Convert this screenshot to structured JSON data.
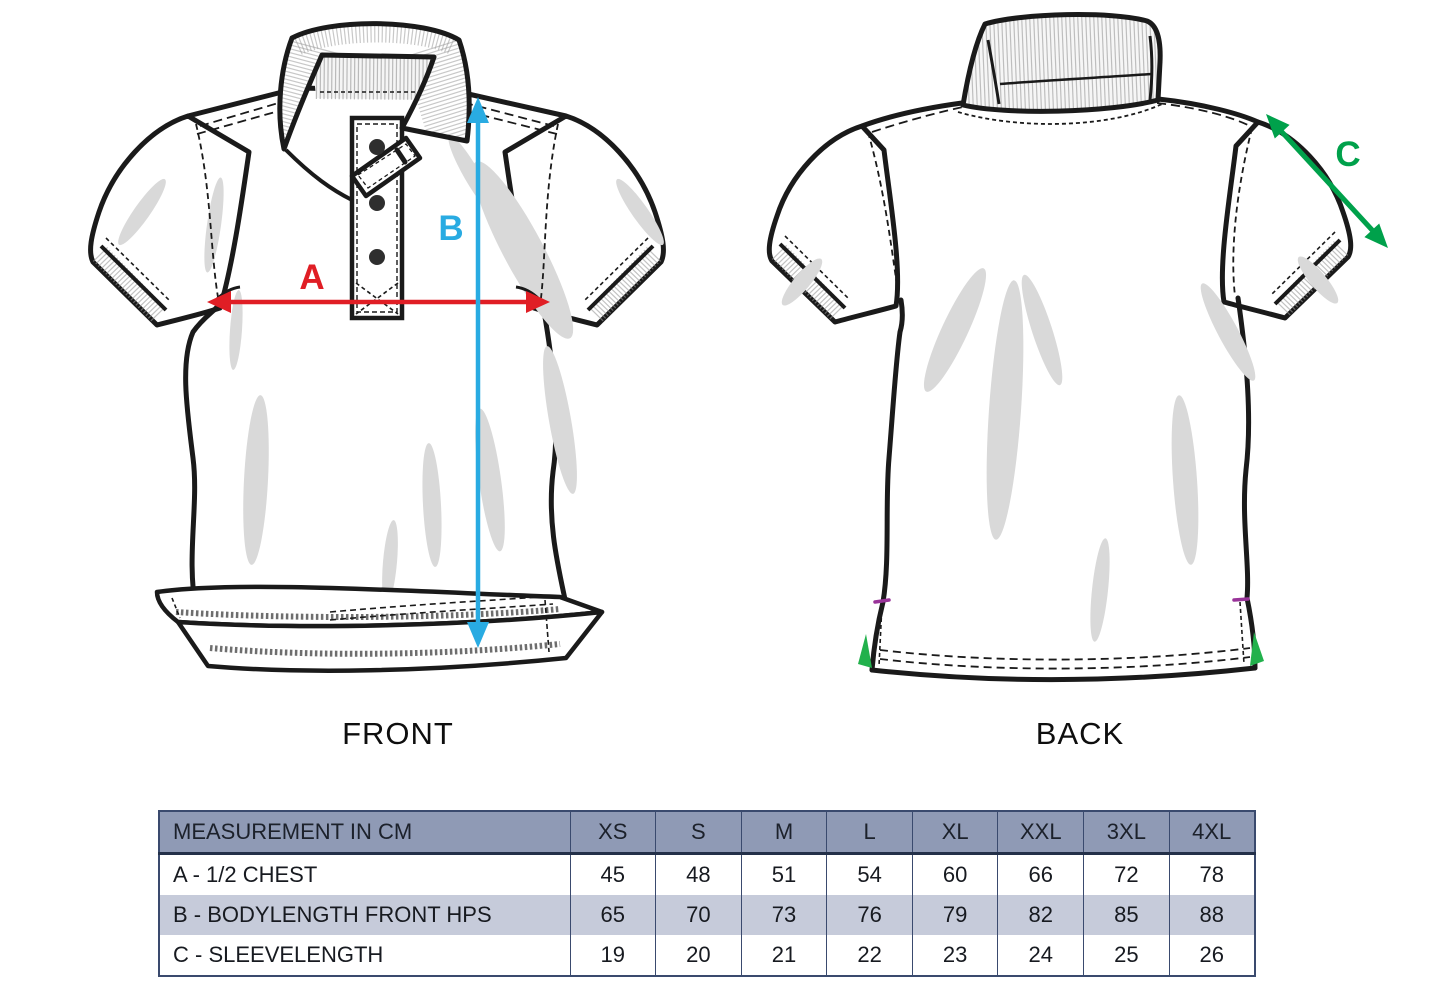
{
  "views": {
    "front_label": "FRONT",
    "back_label": "BACK"
  },
  "measurement_labels": {
    "a": "A",
    "b": "B",
    "c": "C"
  },
  "colors": {
    "arrow_a_red": "#E01E25",
    "arrow_b_blue": "#29ABE2",
    "arrow_c_green": "#00A14B",
    "outline_black": "#1A1A1A",
    "shading_gray": "#D9D9D9",
    "slit_green": "#22B14C",
    "slit_purple": "#993399",
    "table_header_bg": "#8F9AB5",
    "table_alt_row_bg": "#C6CBDA",
    "table_border": "#3A4A6E"
  },
  "size_table": {
    "header": [
      "MEASUREMENT IN CM",
      "XS",
      "S",
      "M",
      "L",
      "XL",
      "XXL",
      "3XL",
      "4XL"
    ],
    "rows": [
      {
        "label": "A - 1/2 CHEST",
        "values": [
          "45",
          "48",
          "51",
          "54",
          "60",
          "66",
          "72",
          "78"
        ]
      },
      {
        "label": "B - BODYLENGTH FRONT HPS",
        "values": [
          "65",
          "70",
          "73",
          "76",
          "79",
          "82",
          "85",
          "88"
        ]
      },
      {
        "label": "C - SLEEVELENGTH",
        "values": [
          "19",
          "20",
          "21",
          "22",
          "23",
          "24",
          "25",
          "26"
        ]
      }
    ]
  },
  "chart_data": {
    "type": "table",
    "columns": [
      "MEASUREMENT IN CM",
      "XS",
      "S",
      "M",
      "L",
      "XL",
      "XXL",
      "3XL",
      "4XL"
    ],
    "rows": [
      [
        "A - 1/2 CHEST",
        45,
        48,
        51,
        54,
        60,
        66,
        72,
        78
      ],
      [
        "B - BODYLENGTH FRONT HPS",
        65,
        70,
        73,
        76,
        79,
        82,
        85,
        88
      ],
      [
        "C - SLEEVELENGTH",
        19,
        20,
        21,
        22,
        23,
        24,
        25,
        26
      ]
    ]
  }
}
